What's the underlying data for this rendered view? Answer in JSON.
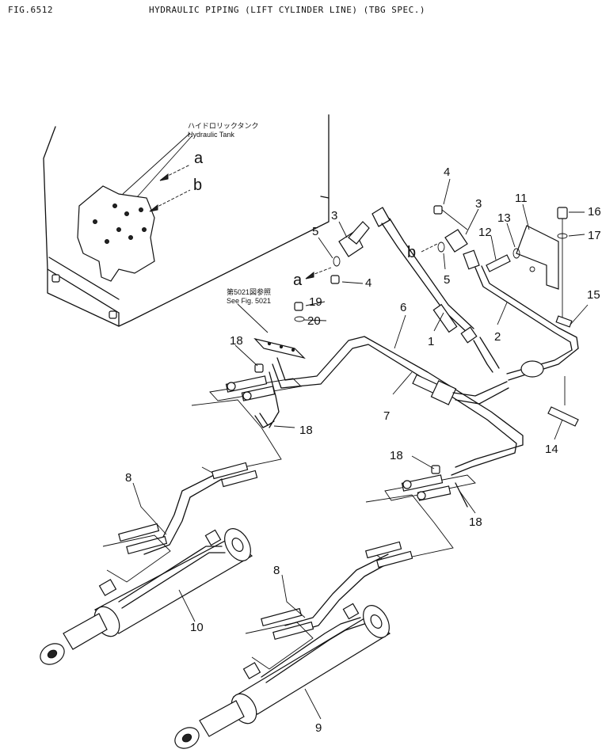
{
  "header": {
    "figure_number": "FIG.6512",
    "title": "HYDRAULIC PIPING (LIFT CYLINDER LINE) (TBG SPEC.)"
  },
  "annotations": {
    "tank_label_jp": "ハイドロリックタンク",
    "tank_label_en": "Hydraulic Tank",
    "see_fig_jp": "第5021図参照",
    "see_fig_en": "See Fig. 5021"
  },
  "callouts": {
    "p1": "1",
    "p2": "2",
    "p3a": "3",
    "p3b": "3",
    "p4a": "4",
    "p4b": "4",
    "p5a": "5",
    "p5b": "5",
    "p6": "6",
    "p7": "7",
    "p8a": "8",
    "p8b": "8",
    "p9": "9",
    "p10": "10",
    "p11": "11",
    "p12": "12",
    "p13": "13",
    "p14": "14",
    "p15": "15",
    "p16": "16",
    "p17": "17",
    "p18a": "18",
    "p18b": "18",
    "p18c": "18",
    "p18d": "18",
    "p19": "19",
    "p20": "20"
  },
  "connection_letters": {
    "a_tank": "a",
    "b_tank": "b",
    "a_fit": "a",
    "b_fit": "b"
  }
}
